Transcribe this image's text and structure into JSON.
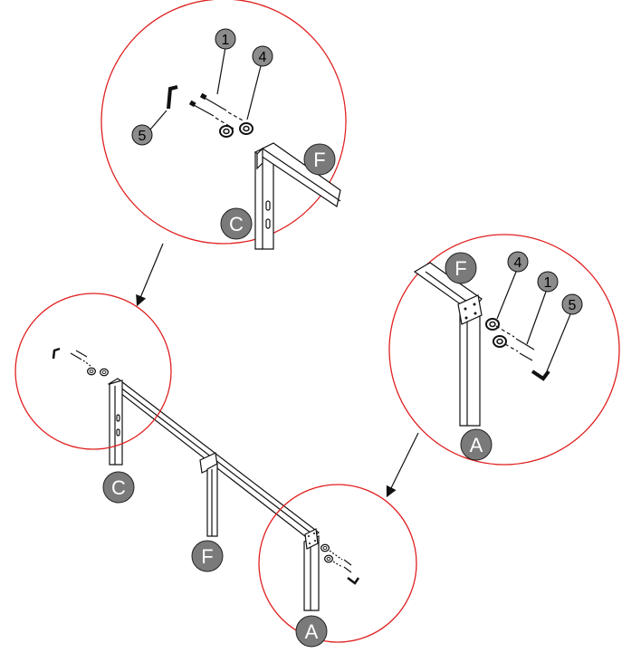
{
  "colors": {
    "detail_circle": "#e02020",
    "label_badge": "#7a7a7a",
    "part_badge": "#8c8c8c",
    "line": "#111111"
  },
  "main_labels": {
    "c": "C",
    "f": "F",
    "a": "A"
  },
  "detail_top": {
    "part_1": "1",
    "part_4": "4",
    "part_5": "5",
    "label_f": "F",
    "label_c": "C"
  },
  "detail_right": {
    "part_4": "4",
    "part_1": "1",
    "part_5": "5",
    "label_f": "F",
    "label_a": "A"
  },
  "icons": {
    "washer": "washer-icon",
    "bolt": "bolt-icon",
    "hex_key": "hex-key-icon"
  }
}
